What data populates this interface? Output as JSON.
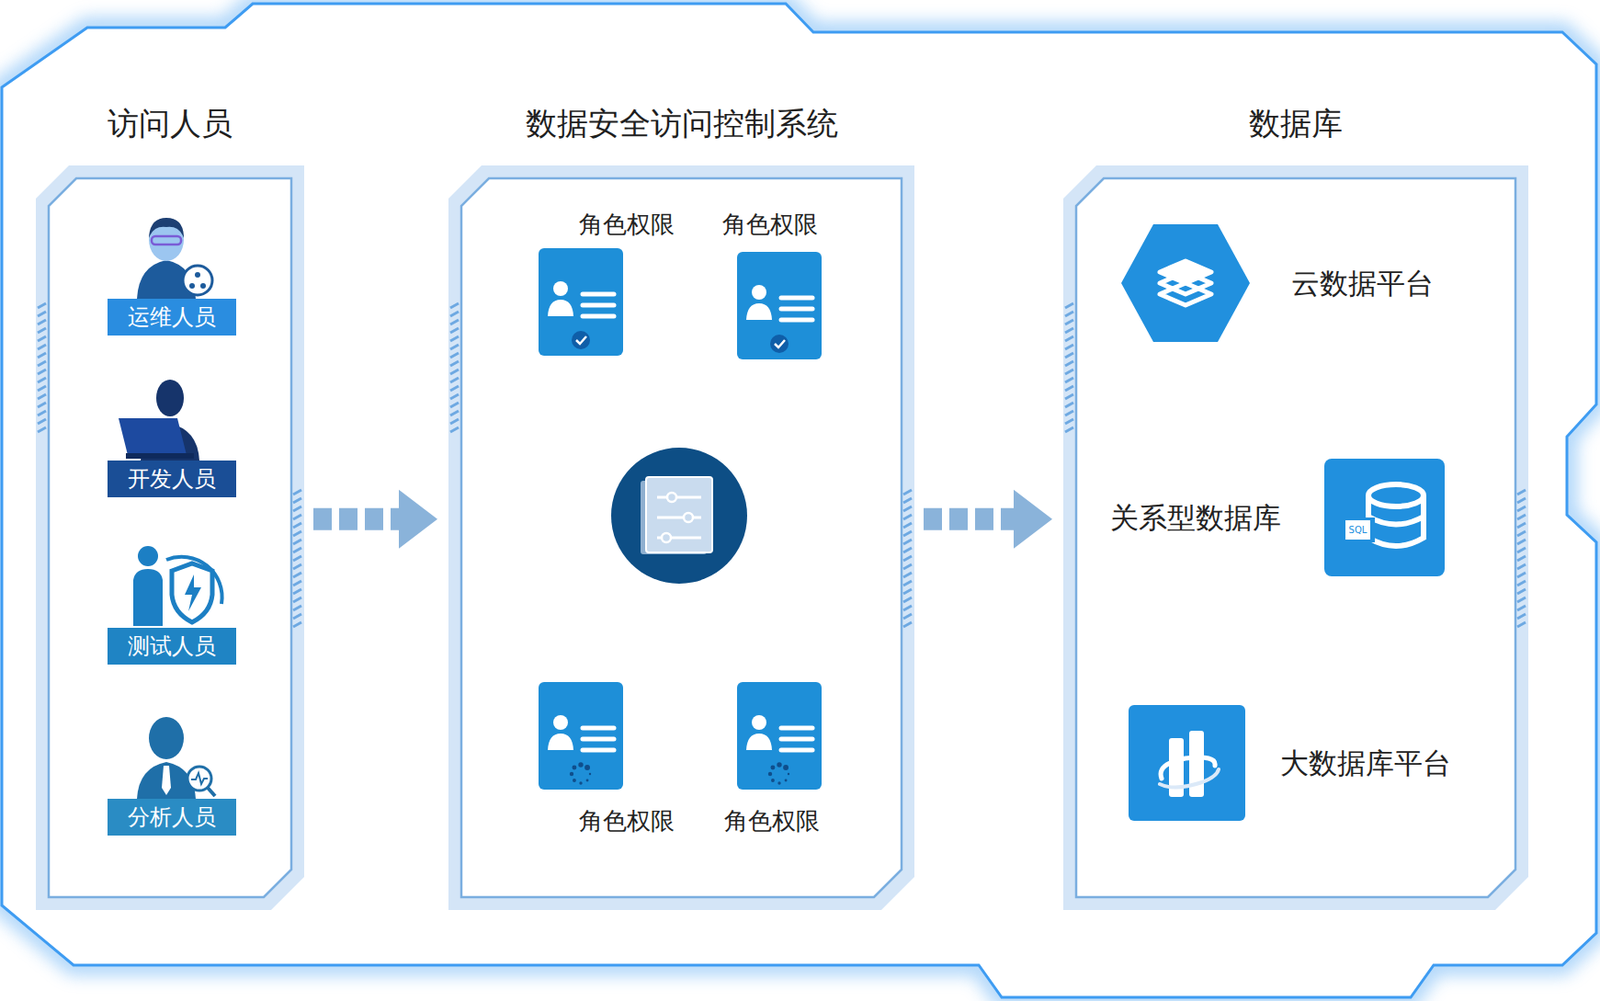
{
  "diagram": {
    "nodes": [
      {
        "text": [
          "访问人员"
        ]
      },
      {
        "text": [
          "运维人员"
        ],
        "in": 0
      },
      {
        "text": [
          "开发人员"
        ],
        "in": 0
      },
      {
        "text": [
          "测试人员"
        ],
        "in": 0
      },
      {
        "text": [
          "分析人员"
        ],
        "in": 0
      },
      {
        "text": [
          "数据安全访问控制系统"
        ]
      },
      {
        "text": [
          "角色权限"
        ],
        "in": 5
      },
      {
        "text": [
          "角色权限"
        ],
        "in": 5
      },
      {
        "text": [
          "角色权限"
        ],
        "in": 5
      },
      {
        "text": [
          "角色权限"
        ],
        "in": 5
      },
      {
        "text": [
          "数据库"
        ]
      },
      {
        "text": [
          "云数据平台"
        ],
        "in": 10
      },
      {
        "text": [
          "关系型数据库"
        ],
        "in": 10
      },
      {
        "text": [
          "大数据库平台"
        ],
        "in": 10
      }
    ],
    "edges": [
      {
        "from": 0,
        "to": 5,
        "arrow": "to"
      },
      {
        "from": 5,
        "to": 10,
        "arrow": "to"
      }
    ],
    "labels": [
      "SQL"
    ]
  }
}
